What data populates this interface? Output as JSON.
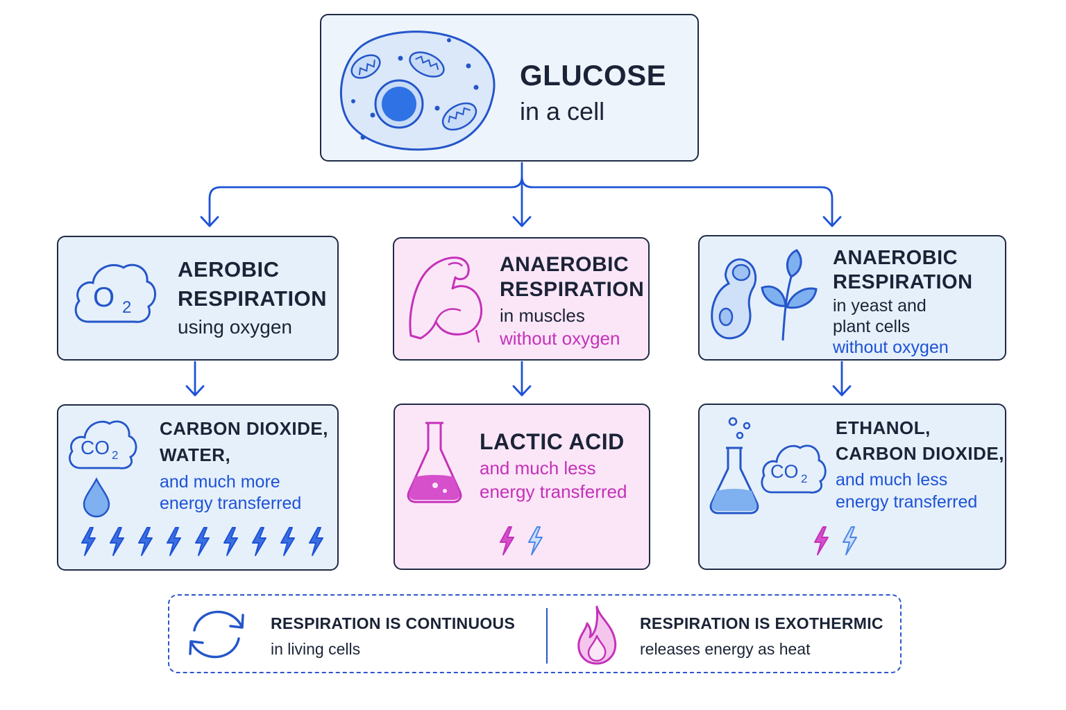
{
  "top": {
    "title": "GLUCOSE",
    "subtitle": "in a cell",
    "icon": "cell-icon"
  },
  "branches": [
    {
      "path": {
        "title": [
          "AEROBIC",
          "RESPIRATION"
        ],
        "lines": [
          "using oxygen"
        ],
        "highlight": "",
        "icon": "oxygen-cloud-icon",
        "icon_text": "O",
        "icon_sub": "2"
      },
      "product": {
        "title": [
          "CARBON DIOXIDE,",
          "WATER,"
        ],
        "lines": [
          "and much more",
          "energy transferred"
        ],
        "icons": [
          "co2-cloud-icon",
          "water-drop-icon"
        ],
        "icon_text": "CO",
        "icon_sub": "2",
        "energy_bolts": 9
      }
    },
    {
      "path": {
        "title": [
          "ANAEROBIC",
          "RESPIRATION"
        ],
        "lines": [
          "in muscles"
        ],
        "highlight": "without oxygen",
        "icon": "muscle-icon"
      },
      "product": {
        "title": [
          "LACTIC ACID"
        ],
        "lines": [
          "and much less",
          "energy transferred"
        ],
        "icons": [
          "flask-icon"
        ],
        "energy_bolts": 2
      }
    },
    {
      "path": {
        "title": [
          "ANAEROBIC",
          "RESPIRATION"
        ],
        "lines": [
          "in yeast and",
          "plant cells"
        ],
        "highlight": "without oxygen",
        "icons": [
          "yeast-cell-icon",
          "plant-leaf-icon"
        ]
      },
      "product": {
        "title": [
          "ETHANOL,",
          "CARBON DIOXIDE,"
        ],
        "lines": [
          "and much less",
          "energy transferred"
        ],
        "icons": [
          "flask-bubbles-icon",
          "co2-cloud-icon"
        ],
        "icon_text": "CO",
        "icon_sub": "2",
        "energy_bolts": 2
      }
    }
  ],
  "footer": [
    {
      "title": "RESPIRATION IS CONTINUOUS",
      "text": "in living cells",
      "icon": "cycle-arrows-icon"
    },
    {
      "title": "RESPIRATION IS EXOTHERMIC",
      "text": "releases energy as heat",
      "icon": "flame-icon"
    }
  ],
  "colors": {
    "blue": "#1d52d6",
    "pink": "#c431b8",
    "dark": "#1e2a44",
    "blue_fill": "#e6f0fb",
    "pink_fill": "#fbe6f8"
  }
}
